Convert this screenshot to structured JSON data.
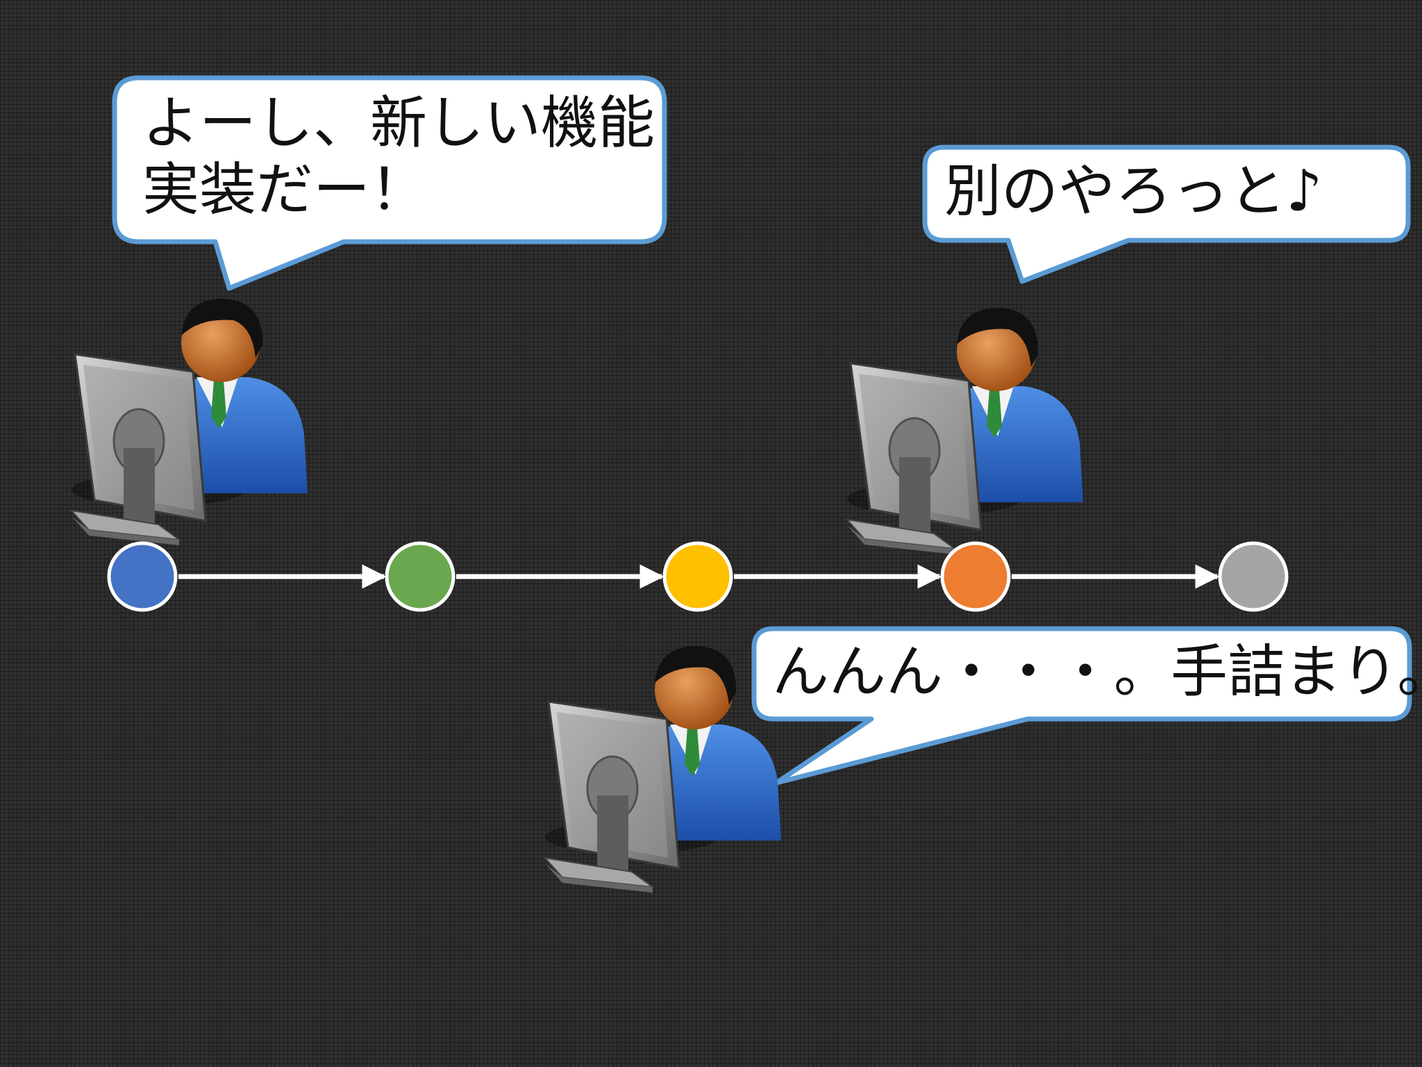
{
  "speech_bubbles": [
    {
      "id": "bubble-1",
      "text": "よーし、新しい機能\n実装だー！"
    },
    {
      "id": "bubble-2",
      "text": "別のやろっと♪"
    },
    {
      "id": "bubble-3",
      "text": "んんん・・・。手詰まり。"
    }
  ],
  "commits": [
    {
      "color": "#4472c4"
    },
    {
      "color": "#6aa84f"
    },
    {
      "color": "#ffc000"
    },
    {
      "color": "#ed7d31"
    },
    {
      "color": "#a5a5a5"
    }
  ],
  "icons": [
    "developer-at-computer-icon"
  ],
  "colors": {
    "bubble_border": "#5b9bd5",
    "bubble_fill": "#ffffff",
    "arrow": "#ffffff"
  }
}
